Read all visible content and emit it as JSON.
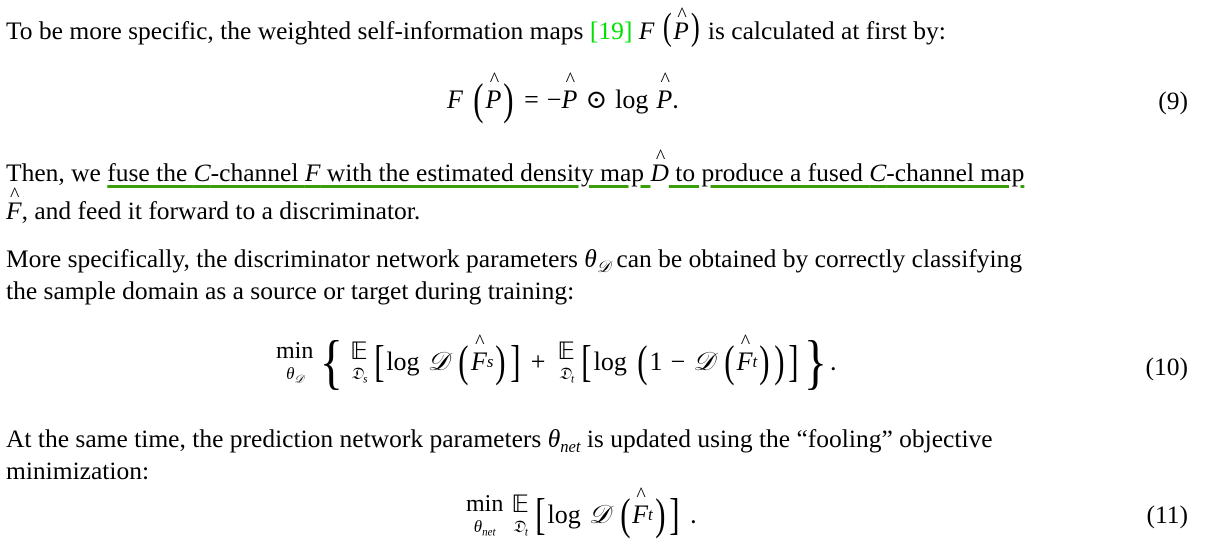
{
  "paragraphs": {
    "p1": {
      "before": "To be more specific, the weighted self-information maps ",
      "citation": "[19]",
      "math": "F (P̂)",
      "after": " is calculated at first by:"
    },
    "p2": {
      "lead": "Then, we ",
      "underlined": "fuse the C-channel F with the estimated density map D̂ to produce a fused C-channel map",
      "line2_underlined": "F̂",
      "line2_rest": ", and feed it forward to a discriminator."
    },
    "p3": {
      "line1": "More specifically, the discriminator network parameters θ𝒟 can be obtained by correctly classifying",
      "line2": "the sample domain as a source or target during training:"
    },
    "p4": {
      "line1": "At the same time, the prediction network parameters θnet is updated using the “fooling” objective",
      "line2": "minimization:"
    }
  },
  "equations": [
    {
      "number": "(9)",
      "latex": "F\\left(\\hat{P}\\right) = -\\hat{P} \\odot \\log \\hat{P}."
    },
    {
      "number": "(10)",
      "latex": "\\min_{\\theta_\\mathcal{D}} \\left\\{ \\mathbb{E}_{\\mathfrak{D}_s}\\left[\\log \\mathcal{D}\\left(\\hat{F}_s\\right)\\right] + \\mathbb{E}_{\\mathfrak{D}_t}\\left[\\log\\left(1-\\mathcal{D}\\left(\\hat{F}_t\\right)\\right)\\right] \\right\\}."
    },
    {
      "number": "(11)",
      "latex": "\\min_{\\theta_{net}} \\mathbb{E}_{\\mathfrak{D}_t}\\left[\\log \\mathcal{D}\\left(\\hat{F}_t\\right)\\right]."
    }
  ],
  "colors": {
    "citation": "#00e000",
    "highlight_underline": "#3a9e0a",
    "text": "#000000"
  }
}
